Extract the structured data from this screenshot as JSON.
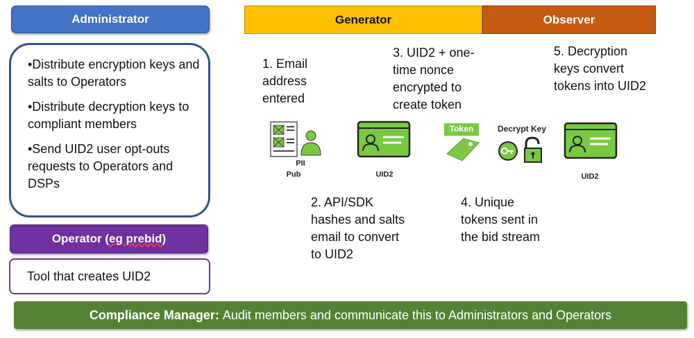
{
  "administrator": {
    "title": "Administrator",
    "bullets": [
      "•Distribute encryption keys and salts to Operators",
      "•Distribute decryption keys to compliant members",
      "•Send UID2 user opt-outs requests to Operators and DSPs"
    ]
  },
  "operator": {
    "title_prefix": "Operator (",
    "title_underlined": "eg prebid",
    "title_suffix": ")",
    "description": "Tool that creates UID2"
  },
  "generator": {
    "title": "Generator"
  },
  "observer": {
    "title": "Observer"
  },
  "steps": {
    "step1": "1. Email address entered",
    "step2": "2. API/SDK hashes and salts email to convert to UID2",
    "step3": "3. UID2 + one-time nonce encrypted to create token",
    "step4": "4. Unique tokens sent in the bid stream",
    "step5": "5. Decryption keys convert tokens into UID2"
  },
  "icons": {
    "pii_label": "PII",
    "pub_label": "Pub",
    "uid2_label_1": "UID2",
    "token_label": "Token",
    "decrypt_key_label": "Decrypt Key",
    "uid2_label_2": "UID2"
  },
  "compliance": {
    "label": "Compliance Manager:",
    "text": "Audit members and communicate this to Administrators and Operators"
  },
  "colors": {
    "administrator": "#4472C4",
    "generator": "#FFC000",
    "observer": "#C55A11",
    "operator": "#7030A0",
    "compliance": "#548235",
    "icon_green": "#7AC943"
  }
}
